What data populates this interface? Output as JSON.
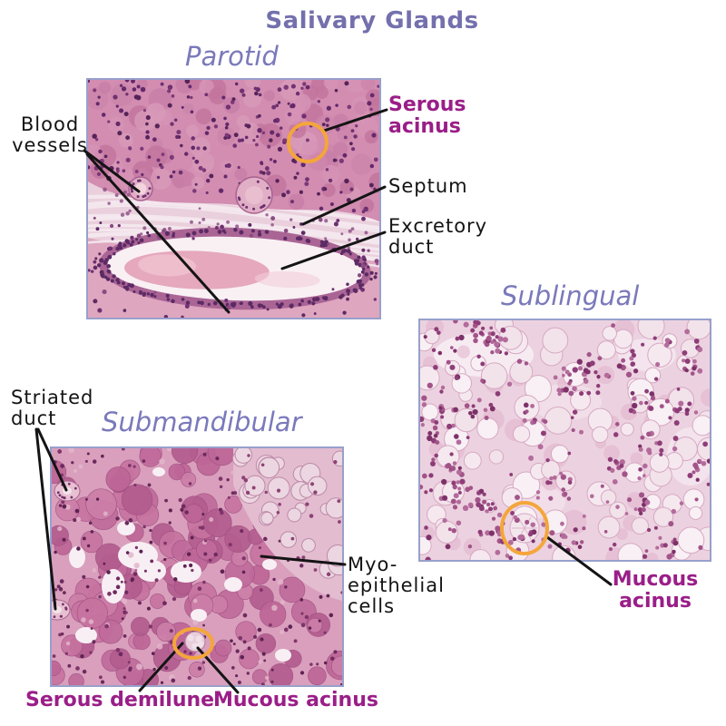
{
  "title": "Salivary Glands",
  "colors": {
    "title_purple": "#7470ad",
    "gland_name_purple": "#7a79bb",
    "label_magenta": "#9a1e88",
    "label_black": "#141414",
    "highlight_circle_orange": "#f4a63a",
    "leader_line_black": "#141414",
    "image_border_blue": "#98a0cb"
  },
  "panels": {
    "parotid": {
      "name": "Parotid",
      "labels": {
        "blood_vessels": [
          "Blood",
          "vessels"
        ],
        "serous_acinus": [
          "Serous",
          "acinus"
        ],
        "septum": [
          "Septum"
        ],
        "excretory_duct": [
          "Excretory",
          "duct"
        ]
      }
    },
    "submandibular": {
      "name": "Submandibular",
      "labels": {
        "striated_duct": [
          "Striated",
          "duct"
        ],
        "myoepithelial_cells": [
          "Myo-",
          "epithelial",
          "cells"
        ],
        "serous_demilune": [
          "Serous demilune"
        ],
        "mucous_acinus": [
          "Mucous acinus"
        ]
      }
    },
    "sublingual": {
      "name": "Sublingual",
      "labels": {
        "mucous_acinus": [
          "Mucous",
          "acinus"
        ]
      }
    }
  }
}
